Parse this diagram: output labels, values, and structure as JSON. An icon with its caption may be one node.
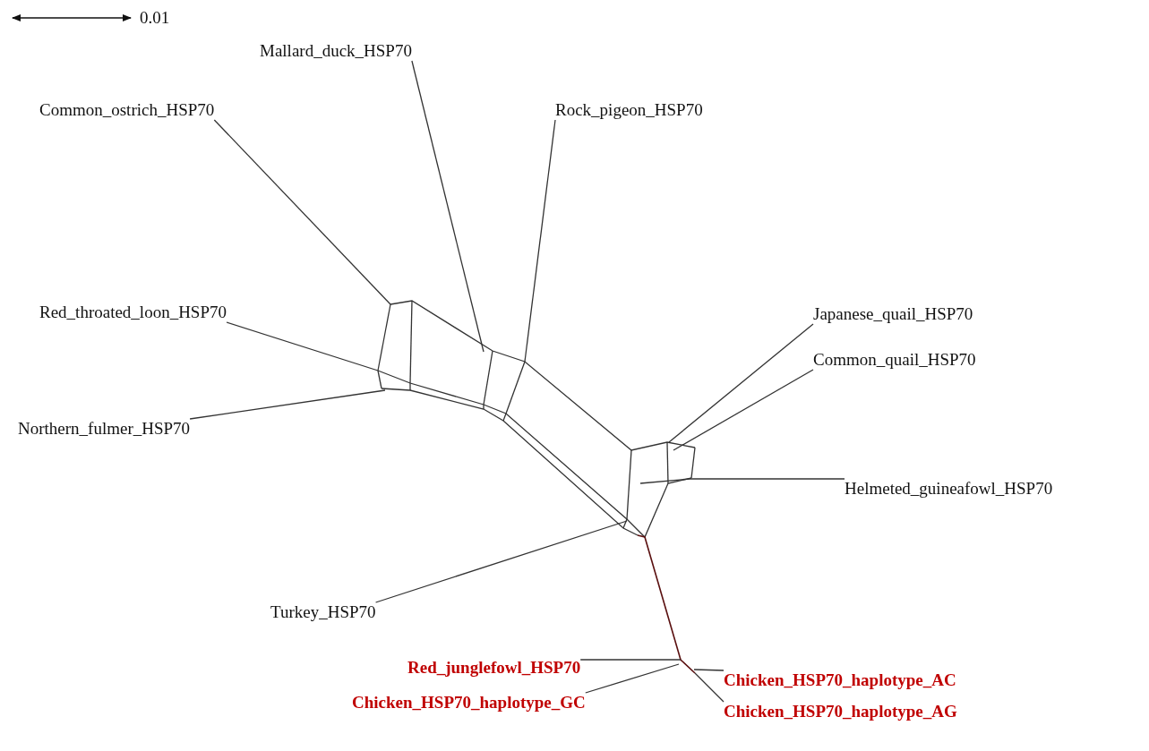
{
  "diagram": {
    "nodes": [
      {
        "text": [
          "Mallard_duck_HSP70"
        ]
      },
      {
        "text": [
          "Common_ostrich_HSP70"
        ]
      },
      {
        "text": [
          "Rock_pigeon_HSP70"
        ]
      },
      {
        "text": [
          "Red_throated_loon_HSP70"
        ]
      },
      {
        "text": [
          "Japanese_quail_HSP70"
        ]
      },
      {
        "text": [
          "Common_quail_HSP70"
        ]
      },
      {
        "text": [
          "Northern_fulmer_HSP70"
        ]
      },
      {
        "text": [
          "Helmeted_guineafowl_HSP70"
        ]
      },
      {
        "text": [
          "Turkey_HSP70"
        ]
      },
      {
        "text": [
          "Red_junglefowl_HSP70"
        ]
      },
      {
        "text": [
          "Chicken_HSP70_haplotype_AC"
        ]
      },
      {
        "text": [
          "Chicken_HSP70_haplotype_GC"
        ]
      },
      {
        "text": [
          "Chicken_HSP70_haplotype_AG"
        ]
      },
      {
        "text": [],
        "shape": "picture"
      }
    ],
    "edges": [
      {
        "from": 13,
        "to": 0,
        "arrow": "none"
      },
      {
        "from": 13,
        "to": 1,
        "arrow": "none"
      },
      {
        "from": 13,
        "to": 2,
        "arrow": "none"
      },
      {
        "from": 13,
        "to": 3,
        "arrow": "none"
      },
      {
        "from": 13,
        "to": 4,
        "arrow": "none"
      },
      {
        "from": 13,
        "to": 5,
        "arrow": "none"
      },
      {
        "from": 13,
        "to": 6,
        "arrow": "none"
      },
      {
        "from": 13,
        "to": 7,
        "arrow": "none"
      },
      {
        "from": 13,
        "to": 8,
        "arrow": "none"
      },
      {
        "from": 13,
        "to": 9,
        "arrow": "none"
      },
      {
        "from": 13,
        "to": 10,
        "arrow": "none"
      },
      {
        "from": 13,
        "to": 11,
        "arrow": "none"
      },
      {
        "from": 13,
        "to": 12,
        "arrow": "none"
      }
    ],
    "labels": [
      "0.01"
    ]
  }
}
